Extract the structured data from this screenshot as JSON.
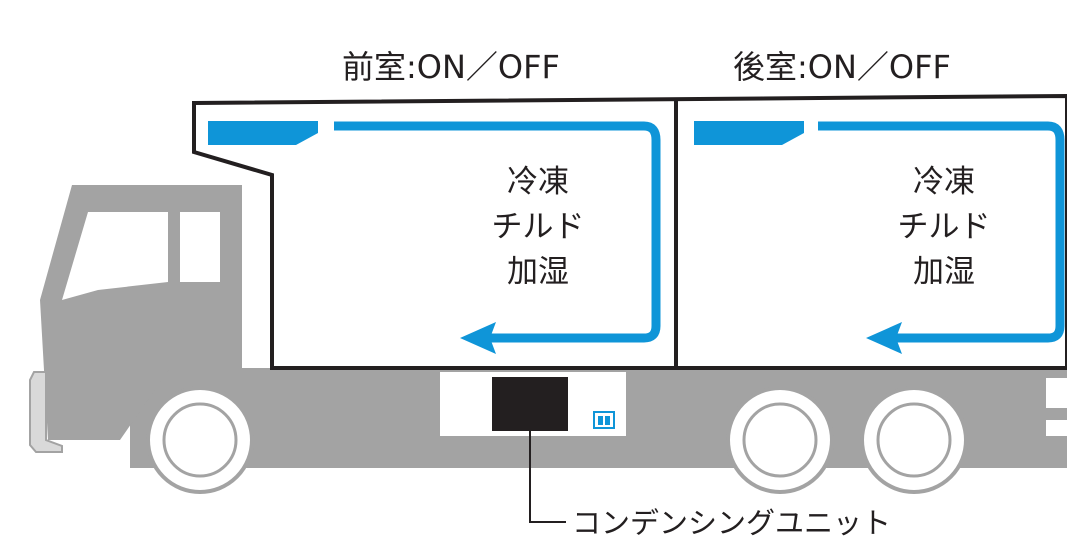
{
  "compartments": {
    "front": {
      "title": "前室:ON／OFF",
      "modes": [
        "冷凍",
        "チルド",
        "加湿"
      ]
    },
    "rear": {
      "title": "後室:ON／OFF",
      "modes": [
        "冷凍",
        "チルド",
        "加湿"
      ]
    }
  },
  "condensing_unit": {
    "label": "コンデンシングユニット"
  },
  "colors": {
    "truck_gray": "#a3a3a3",
    "airflow_blue": "#0f95d8",
    "outline": "#231f20",
    "unit_box": "#231f20",
    "wheel_fill": "#ffffff"
  },
  "icons": [
    "logo-icon"
  ]
}
